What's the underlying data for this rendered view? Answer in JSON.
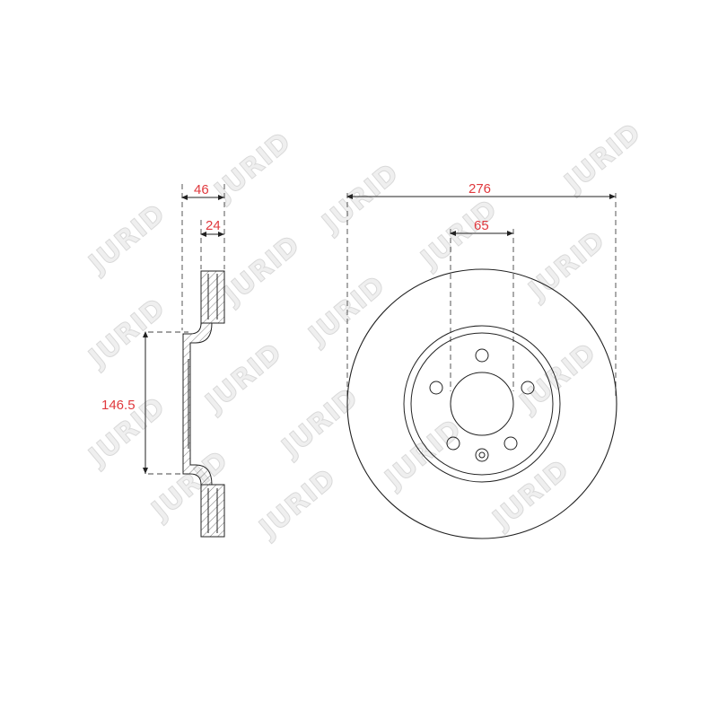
{
  "watermark": "JURID",
  "dimensions": {
    "overall_width": "46",
    "disc_thickness": "24",
    "hat_height": "146.5",
    "outer_diameter": "276",
    "center_bore": "65"
  },
  "colors": {
    "dimension_text": "#e0393e",
    "lines": "#222222",
    "watermark_fill": "#efefef"
  }
}
